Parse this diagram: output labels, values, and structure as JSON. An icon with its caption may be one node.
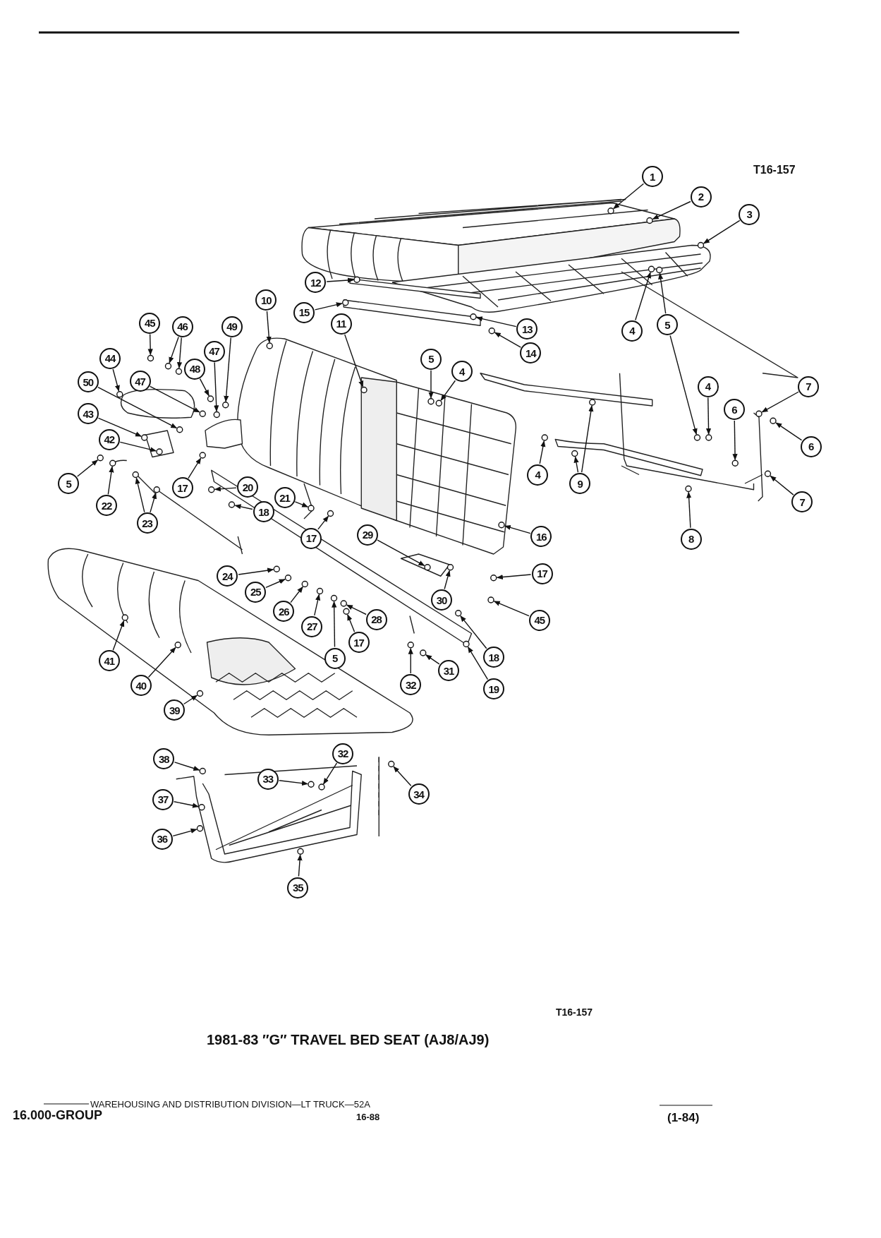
{
  "diagram": {
    "title": "1981-83 ″G″ TRAVEL BED SEAT (AJ8/AJ9)",
    "nodes": [
      {
        "text": [
          "1"
        ]
      },
      {
        "text": [
          "2"
        ]
      },
      {
        "text": [
          "3"
        ]
      },
      {
        "text": [
          "12"
        ]
      },
      {
        "text": [
          "15"
        ]
      },
      {
        "text": [
          "13"
        ]
      },
      {
        "text": [
          "14"
        ]
      },
      {
        "text": [
          "10"
        ]
      },
      {
        "text": [
          "11"
        ]
      },
      {
        "text": [
          "4"
        ]
      },
      {
        "text": [
          "5"
        ]
      },
      {
        "text": [
          "45"
        ]
      },
      {
        "text": [
          "46"
        ]
      },
      {
        "text": [
          "49"
        ]
      },
      {
        "text": [
          "47"
        ]
      },
      {
        "text": [
          "48"
        ]
      },
      {
        "text": [
          "44"
        ]
      },
      {
        "text": [
          "50"
        ]
      },
      {
        "text": [
          "47"
        ]
      },
      {
        "text": [
          "43"
        ]
      },
      {
        "text": [
          "42"
        ]
      },
      {
        "text": [
          "5"
        ]
      },
      {
        "text": [
          "22"
        ]
      },
      {
        "text": [
          "23"
        ]
      },
      {
        "text": [
          "17"
        ]
      },
      {
        "text": [
          "20"
        ]
      },
      {
        "text": [
          "18"
        ]
      },
      {
        "text": [
          "21"
        ]
      },
      {
        "text": [
          "17"
        ]
      },
      {
        "text": [
          "5"
        ]
      },
      {
        "text": [
          "4"
        ]
      },
      {
        "text": [
          "4"
        ]
      },
      {
        "text": [
          "9"
        ]
      },
      {
        "text": [
          "4"
        ]
      },
      {
        "text": [
          "6"
        ]
      },
      {
        "text": [
          "7"
        ]
      },
      {
        "text": [
          "6"
        ]
      },
      {
        "text": [
          "7"
        ]
      },
      {
        "text": [
          "8"
        ]
      },
      {
        "text": [
          "16"
        ]
      },
      {
        "text": [
          "29"
        ]
      },
      {
        "text": [
          "30"
        ]
      },
      {
        "text": [
          "17"
        ]
      },
      {
        "text": [
          "45"
        ]
      },
      {
        "text": [
          "18"
        ]
      },
      {
        "text": [
          "19"
        ]
      },
      {
        "text": [
          "31"
        ]
      },
      {
        "text": [
          "32"
        ]
      },
      {
        "text": [
          "24"
        ]
      },
      {
        "text": [
          "25"
        ]
      },
      {
        "text": [
          "26"
        ]
      },
      {
        "text": [
          "27"
        ]
      },
      {
        "text": [
          "28"
        ]
      },
      {
        "text": [
          "5"
        ]
      },
      {
        "text": [
          "17"
        ]
      },
      {
        "text": [
          "41"
        ]
      },
      {
        "text": [
          "40"
        ]
      },
      {
        "text": [
          "39"
        ]
      },
      {
        "text": [
          "38"
        ]
      },
      {
        "text": [
          "37"
        ]
      },
      {
        "text": [
          "36"
        ]
      },
      {
        "text": [
          "33"
        ]
      },
      {
        "text": [
          "32"
        ]
      },
      {
        "text": [
          "34"
        ]
      },
      {
        "text": [
          "35"
        ]
      },
      {
        "text": [],
        "shape": "circle"
      },
      {
        "text": [],
        "shape": "circle"
      },
      {
        "text": [],
        "shape": "circle"
      },
      {
        "text": [],
        "shape": "circle"
      },
      {
        "text": [],
        "shape": "circle"
      },
      {
        "text": [],
        "shape": "circle"
      },
      {
        "text": [],
        "shape": "circle"
      },
      {
        "text": [],
        "shape": "circle"
      },
      {
        "text": [],
        "shape": "circle"
      },
      {
        "text": [],
        "shape": "circle"
      },
      {
        "text": [],
        "shape": "circle"
      },
      {
        "text": [],
        "shape": "circle"
      },
      {
        "text": [],
        "shape": "circle"
      },
      {
        "text": [],
        "shape": "circle"
      },
      {
        "text": [],
        "shape": "circle"
      },
      {
        "text": [],
        "shape": "circle"
      },
      {
        "text": [],
        "shape": "circle"
      },
      {
        "text": [],
        "shape": "circle"
      },
      {
        "text": [],
        "shape": "circle"
      },
      {
        "text": [],
        "shape": "circle"
      },
      {
        "text": [],
        "shape": "circle"
      },
      {
        "text": [],
        "shape": "circle"
      },
      {
        "text": [],
        "shape": "circle"
      },
      {
        "text": [],
        "shape": "circle"
      },
      {
        "text": [],
        "shape": "circle"
      },
      {
        "text": [],
        "shape": "circle"
      },
      {
        "text": [],
        "shape": "circle"
      },
      {
        "text": [],
        "shape": "circle"
      },
      {
        "text": [],
        "shape": "circle"
      },
      {
        "text": [],
        "shape": "circle"
      },
      {
        "text": [],
        "shape": "circle"
      },
      {
        "text": [],
        "shape": "circle"
      },
      {
        "text": [],
        "shape": "circle"
      },
      {
        "text": [],
        "shape": "circle"
      },
      {
        "text": [],
        "shape": "circle"
      },
      {
        "text": [],
        "shape": "circle"
      },
      {
        "text": [],
        "shape": "circle"
      },
      {
        "text": [],
        "shape": "circle"
      },
      {
        "text": [],
        "shape": "circle"
      },
      {
        "text": [],
        "shape": "circle"
      },
      {
        "text": [],
        "shape": "circle"
      },
      {
        "text": [],
        "shape": "circle"
      },
      {
        "text": [],
        "shape": "circle"
      },
      {
        "text": [],
        "shape": "circle"
      },
      {
        "text": [],
        "shape": "circle"
      },
      {
        "text": [],
        "shape": "circle"
      },
      {
        "text": [],
        "shape": "circle"
      },
      {
        "text": [],
        "shape": "circle"
      },
      {
        "text": [],
        "shape": "circle"
      },
      {
        "text": [],
        "shape": "circle"
      },
      {
        "text": [],
        "shape": "circle"
      },
      {
        "text": [],
        "shape": "circle"
      },
      {
        "text": [],
        "shape": "circle"
      },
      {
        "text": [],
        "shape": "circle"
      },
      {
        "text": [],
        "shape": "circle"
      },
      {
        "text": [],
        "shape": "circle"
      },
      {
        "text": [],
        "shape": "circle"
      },
      {
        "text": [],
        "shape": "circle"
      },
      {
        "text": [],
        "shape": "circle"
      },
      {
        "text": [],
        "shape": "circle"
      },
      {
        "text": [],
        "shape": "circle"
      },
      {
        "text": [],
        "shape": "circle"
      },
      {
        "text": [],
        "shape": "circle"
      },
      {
        "text": [],
        "shape": "circle"
      },
      {
        "text": [],
        "shape": "circle"
      },
      {
        "text": [],
        "shape": "circle"
      },
      {
        "text": [],
        "shape": "circle"
      },
      {
        "text": [],
        "shape": "circle"
      },
      {
        "text": [],
        "shape": "circle"
      }
    ],
    "edges": [
      {
        "from": 0,
        "to": 65,
        "arrow": "to"
      },
      {
        "from": 1,
        "to": 66,
        "arrow": "to"
      },
      {
        "from": 2,
        "to": 67,
        "arrow": "to"
      },
      {
        "from": 3,
        "to": 68,
        "arrow": "to"
      },
      {
        "from": 4,
        "to": 69,
        "arrow": "to"
      },
      {
        "from": 5,
        "to": 70,
        "arrow": "to"
      },
      {
        "from": 6,
        "to": 71,
        "arrow": "to"
      },
      {
        "from": 7,
        "to": 72,
        "arrow": "to"
      },
      {
        "from": 8,
        "to": 73,
        "arrow": "to"
      },
      {
        "from": 9,
        "to": 74,
        "arrow": "to"
      },
      {
        "from": 10,
        "to": 75,
        "arrow": "to"
      },
      {
        "from": 10,
        "to": 76,
        "arrow": "to"
      },
      {
        "from": 11,
        "to": 77,
        "arrow": "to"
      },
      {
        "from": 12,
        "to": 78,
        "arrow": "to"
      },
      {
        "from": 12,
        "to": 79,
        "arrow": "to"
      },
      {
        "from": 13,
        "to": 80,
        "arrow": "to"
      },
      {
        "from": 14,
        "to": 81,
        "arrow": "to"
      },
      {
        "from": 15,
        "to": 82,
        "arrow": "to"
      },
      {
        "from": 16,
        "to": 83,
        "arrow": "to"
      },
      {
        "from": 17,
        "to": 84,
        "arrow": "to"
      },
      {
        "from": 18,
        "to": 85,
        "arrow": "to"
      },
      {
        "from": 19,
        "to": 86,
        "arrow": "to"
      },
      {
        "from": 20,
        "to": 87,
        "arrow": "to"
      },
      {
        "from": 21,
        "to": 88,
        "arrow": "to"
      },
      {
        "from": 22,
        "to": 89,
        "arrow": "to"
      },
      {
        "from": 23,
        "to": 90,
        "arrow": "to"
      },
      {
        "from": 23,
        "to": 91,
        "arrow": "to"
      },
      {
        "from": 24,
        "to": 92,
        "arrow": "to"
      },
      {
        "from": 25,
        "to": 93,
        "arrow": "to"
      },
      {
        "from": 26,
        "to": 94,
        "arrow": "to"
      },
      {
        "from": 27,
        "to": 95,
        "arrow": "to"
      },
      {
        "from": 28,
        "to": 96,
        "arrow": "to"
      },
      {
        "from": 29,
        "to": 97,
        "arrow": "to"
      },
      {
        "from": 30,
        "to": 98,
        "arrow": "to"
      },
      {
        "from": 31,
        "to": 99,
        "arrow": "to"
      },
      {
        "from": 32,
        "to": 100,
        "arrow": "to"
      },
      {
        "from": 32,
        "to": 101,
        "arrow": "to"
      },
      {
        "from": 33,
        "to": 102,
        "arrow": "to"
      },
      {
        "from": 34,
        "to": 103,
        "arrow": "to"
      },
      {
        "from": 35,
        "to": 104,
        "arrow": "to"
      },
      {
        "from": 36,
        "to": 105,
        "arrow": "to"
      },
      {
        "from": 37,
        "to": 106,
        "arrow": "to"
      },
      {
        "from": 38,
        "to": 107,
        "arrow": "to"
      },
      {
        "from": 39,
        "to": 108,
        "arrow": "to"
      },
      {
        "from": 40,
        "to": 109,
        "arrow": "to"
      },
      {
        "from": 41,
        "to": 110,
        "arrow": "to"
      },
      {
        "from": 42,
        "to": 111,
        "arrow": "to"
      },
      {
        "from": 43,
        "to": 112,
        "arrow": "to"
      },
      {
        "from": 44,
        "to": 113,
        "arrow": "to"
      },
      {
        "from": 45,
        "to": 114,
        "arrow": "to"
      },
      {
        "from": 46,
        "to": 115,
        "arrow": "to"
      },
      {
        "from": 47,
        "to": 116,
        "arrow": "to"
      },
      {
        "from": 48,
        "to": 117,
        "arrow": "to"
      },
      {
        "from": 49,
        "to": 118,
        "arrow": "to"
      },
      {
        "from": 50,
        "to": 119,
        "arrow": "to"
      },
      {
        "from": 51,
        "to": 120,
        "arrow": "to"
      },
      {
        "from": 52,
        "to": 121,
        "arrow": "to"
      },
      {
        "from": 53,
        "to": 122,
        "arrow": "to"
      },
      {
        "from": 54,
        "to": 123,
        "arrow": "to"
      },
      {
        "from": 55,
        "to": 124,
        "arrow": "to"
      },
      {
        "from": 56,
        "to": 125,
        "arrow": "to"
      },
      {
        "from": 57,
        "to": 126,
        "arrow": "to"
      },
      {
        "from": 58,
        "to": 127,
        "arrow": "to"
      },
      {
        "from": 59,
        "to": 128,
        "arrow": "to"
      },
      {
        "from": 60,
        "to": 129,
        "arrow": "to"
      },
      {
        "from": 61,
        "to": 130,
        "arrow": "to"
      },
      {
        "from": 62,
        "to": 131,
        "arrow": "to"
      },
      {
        "from": 63,
        "to": 132,
        "arrow": "to"
      },
      {
        "from": 64,
        "to": 133,
        "arrow": "to"
      }
    ],
    "labels": [
      "T16-157",
      "T16-157",
      "WAREHOUSING AND DISTRIBUTION DIVISION—LT TRUCK—52A",
      "16.000-GROUP",
      "16-88",
      "(1-84)"
    ]
  }
}
